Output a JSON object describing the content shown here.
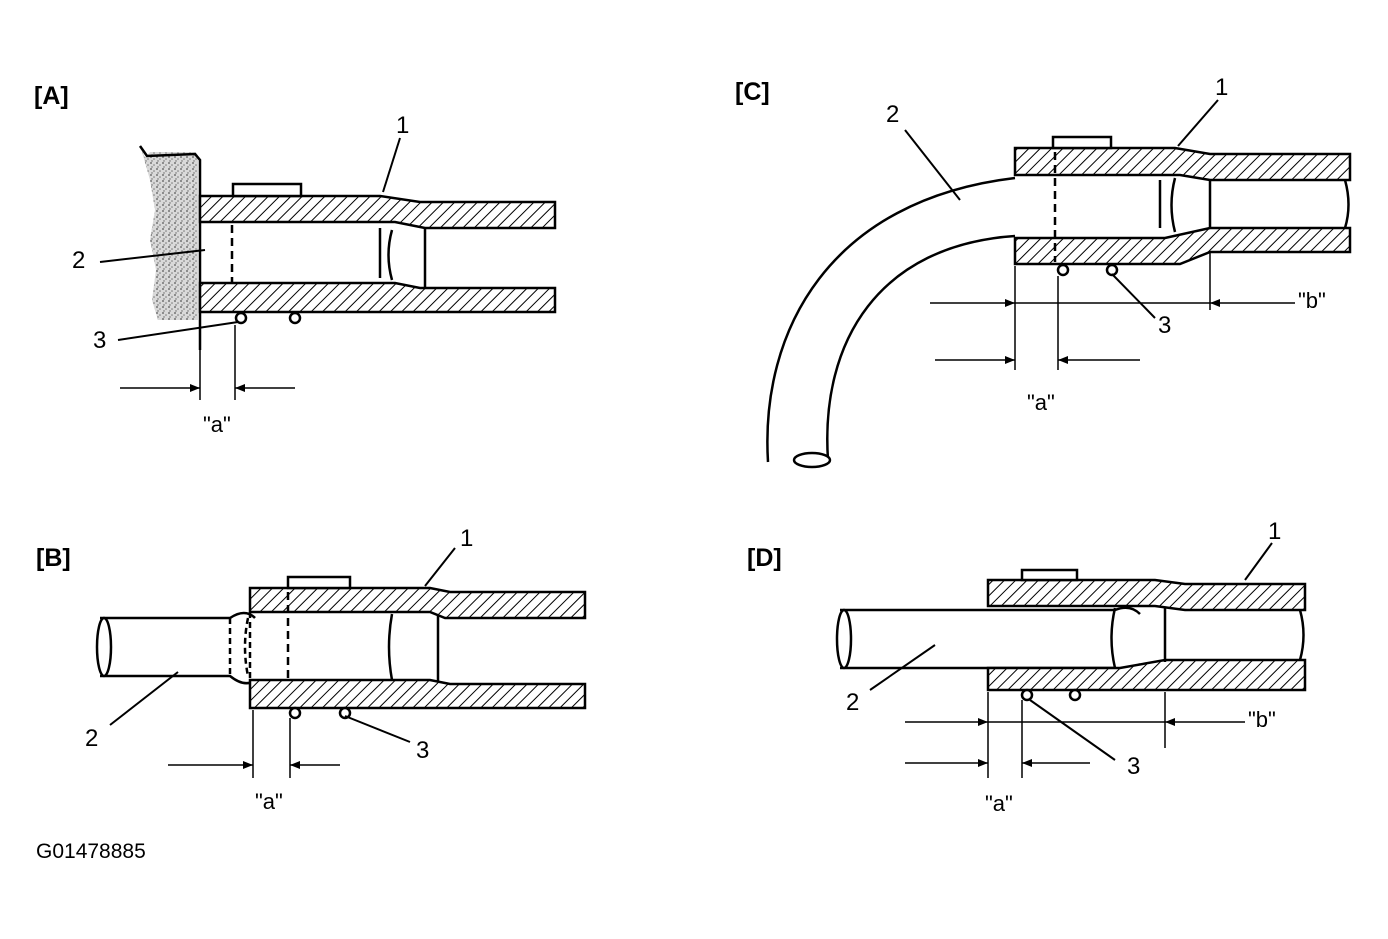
{
  "figure_code": "G01478885",
  "panels": [
    {
      "id": "A",
      "label": "[A]",
      "callouts": [
        "1",
        "2",
        "3"
      ],
      "dims": [
        "\"a\""
      ]
    },
    {
      "id": "B",
      "label": "[B]",
      "callouts": [
        "1",
        "2",
        "3"
      ],
      "dims": [
        "\"a\""
      ]
    },
    {
      "id": "C",
      "label": "[C]",
      "callouts": [
        "1",
        "2",
        "3"
      ],
      "dims": [
        "\"a\"",
        "\"b\""
      ]
    },
    {
      "id": "D",
      "label": "[D]",
      "callouts": [
        "1",
        "2",
        "3"
      ],
      "dims": [
        "\"a\"",
        "\"b\""
      ]
    }
  ]
}
